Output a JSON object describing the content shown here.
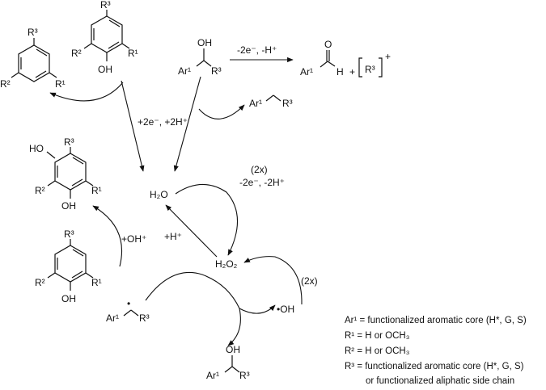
{
  "reactions": {
    "oxidation_conditions": "-2e⁻, -H⁺",
    "reduction_conditions": "+2e⁻, +2H⁺",
    "h2o2_formation_multiplier": "(2x)",
    "h2o2_formation_conditions": "-2e⁻, -2H⁺",
    "hydroxyl_formation_multiplier": "(2x)",
    "hydroxylation_reagent": "+OH⁺",
    "proton_addition": "+H⁺"
  },
  "species": {
    "water": "H₂O",
    "hydrogen_peroxide": "H₂O₂",
    "hydroxyl_radical": "•OH",
    "plus_sign": "+",
    "hydrogen": "H",
    "oxygen_o": "O",
    "hydroxyl": "OH",
    "ho_group": "HO",
    "aryl": "Ar¹",
    "r1": "R¹",
    "r2": "R²",
    "r3": "R³",
    "cation_r3": "R³",
    "cation_charge": "+",
    "radical_dot": "•"
  },
  "legend": {
    "ar1": "Ar¹ = functionalized aromatic core (H*, G, S)",
    "r1": "R¹ = H or OCH₃",
    "r2": "R² = H or OCH₃",
    "r3_line1": "R³ = functionalized aromatic core (H*, G, S)",
    "r3_line2": "or functionalized aliphatic side chain"
  }
}
